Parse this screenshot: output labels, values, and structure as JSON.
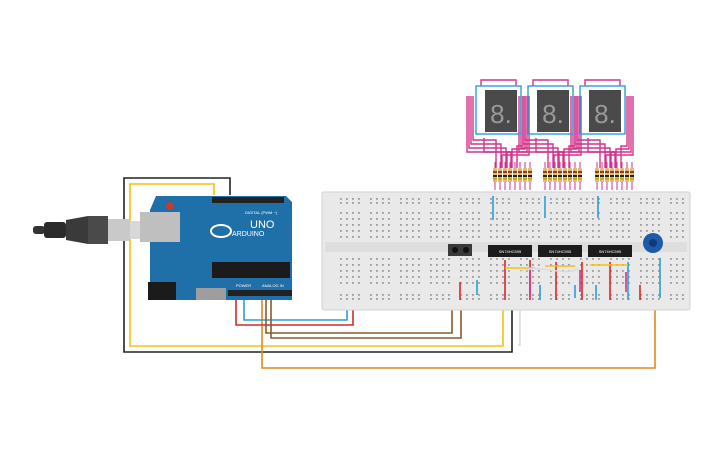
{
  "canvas": {
    "background": "#ffffff"
  },
  "arduino": {
    "brand": "ARDUINO",
    "model": "UNO",
    "digital_label": "DIGITAL (PWM ~)",
    "power_label": "POWER",
    "analog_label": "ANALOG IN",
    "board_color": "#1f6fa8"
  },
  "breadboard": {
    "color": "#e9e9e9"
  },
  "chips": [
    {
      "label": "SN74HC595"
    },
    {
      "label": "SN74HC595"
    },
    {
      "label": "SN74HC595"
    }
  ],
  "displays": [
    {
      "digit": "8."
    },
    {
      "digit": "8."
    },
    {
      "digit": "8."
    }
  ],
  "colors": {
    "wire_red": "#d62828",
    "wire_yellow": "#f4c20d",
    "wire_brown": "#8b5a2b",
    "wire_orange": "#e08a1e",
    "wire_blue": "#2a9fd6",
    "wire_black": "#222222",
    "wire_magenta": "#d2338c",
    "wire_white": "#dcdcdc"
  },
  "icons": [
    "usb-cable-icon",
    "reset-button-icon",
    "potentiometer-icon",
    "pushbutton-icon"
  ]
}
